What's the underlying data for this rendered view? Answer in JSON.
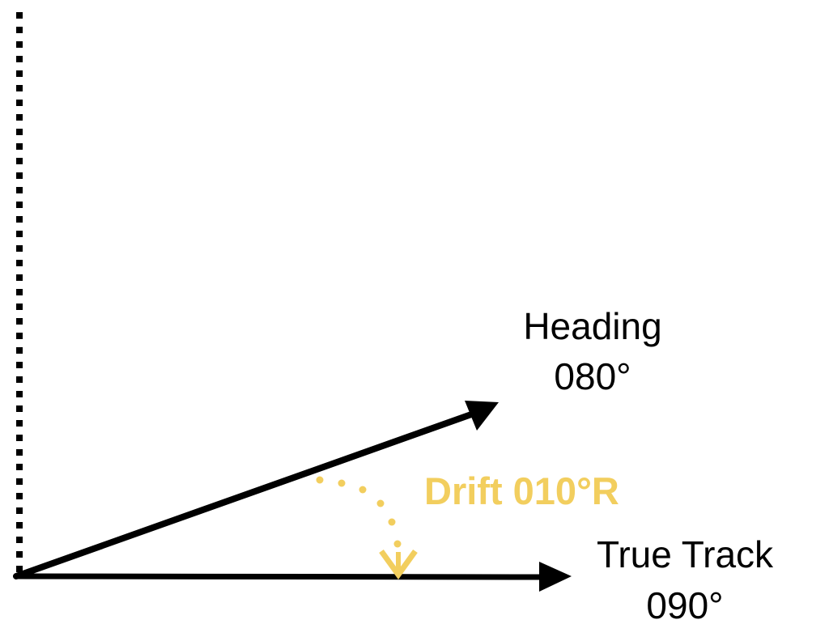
{
  "heading": {
    "label": "Heading",
    "value": "080°"
  },
  "track": {
    "label": "True Track",
    "value": "090°"
  },
  "drift": {
    "label": "Drift 010°R"
  },
  "colors": {
    "drift": "#F2CE5E",
    "lines": "#000000"
  }
}
